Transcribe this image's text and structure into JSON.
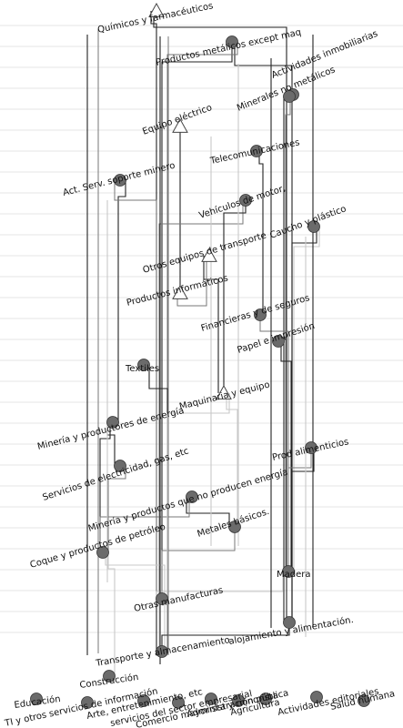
{
  "nodes": [
    {
      "id": "quimicos",
      "label": "Químicos y farmacéuticos",
      "shape": "triangle"
    },
    {
      "id": "metalicos",
      "label": "Productos metálicos except maq",
      "shape": "circle"
    },
    {
      "id": "inmobiliarias",
      "label": "Actividades inmobiliarias",
      "shape": "circle"
    },
    {
      "id": "minerales_nm",
      "label": "Minerales no metálicos",
      "shape": "circle"
    },
    {
      "id": "equipo_electrico",
      "label": "Equipo eléctrico",
      "shape": "triangle"
    },
    {
      "id": "telecom",
      "label": "Telecomunicaciones",
      "shape": "circle"
    },
    {
      "id": "soporte_minero",
      "label": "Act. Serv. soporte minero",
      "shape": "circle"
    },
    {
      "id": "vehiculos",
      "label": "Vehículos de motor,",
      "shape": "circle"
    },
    {
      "id": "caucho",
      "label": "Caucho y plástico",
      "shape": "circle"
    },
    {
      "id": "otros_transporte",
      "label": "Otros equipos de transporte",
      "shape": "triangle"
    },
    {
      "id": "informaticos",
      "label": "Productos informáticos",
      "shape": "triangle"
    },
    {
      "id": "financieras",
      "label": "Financieras y de seguros",
      "shape": "circle"
    },
    {
      "id": "papel",
      "label": "Papel e impresión",
      "shape": "circle"
    },
    {
      "id": "textiles",
      "label": "Textiles",
      "shape": "circle"
    },
    {
      "id": "maquinaria",
      "label": "Maquinaria y equipo",
      "shape": "triangle"
    },
    {
      "id": "mineria_energia",
      "label": "Minería y productores de energía",
      "shape": "circle"
    },
    {
      "id": "prod_alimenticios",
      "label": "Prod alimenticios",
      "shape": "circle"
    },
    {
      "id": "electricidad",
      "label": "Servicios de electricidad, gas, etc",
      "shape": "circle"
    },
    {
      "id": "mineria_no_energia",
      "label": "Minería y  productos que no producen energía",
      "shape": "circle"
    },
    {
      "id": "metales_basicos",
      "label": "Metales básicos.",
      "shape": "circle"
    },
    {
      "id": "coque",
      "label": "Coque y productos de petróleo",
      "shape": "circle"
    },
    {
      "id": "madera",
      "label": "Madera",
      "shape": "circle"
    },
    {
      "id": "otras_manufacturas",
      "label": "Otras manufacturas",
      "shape": "circle"
    },
    {
      "id": "alojamiento",
      "label": "alojamiento y alimentación.",
      "shape": "circle"
    },
    {
      "id": "transporte_almac",
      "label": "Transporte y almacenamiento",
      "shape": "circle"
    },
    {
      "id": "construccion",
      "label": "Construcción",
      "shape": "circle"
    },
    {
      "id": "educacion",
      "label": "Educación",
      "shape": "circle"
    },
    {
      "id": "ti_servicios",
      "label": "TI y otros servicios de información",
      "shape": "circle"
    },
    {
      "id": "arte",
      "label": "Arte, entretenimiento, etc",
      "shape": "circle"
    },
    {
      "id": "servicios_empresarial",
      "label": "servicios del sector empresarial",
      "shape": "circle"
    },
    {
      "id": "comercio",
      "label": "Comercio mayorista y minorista",
      "shape": "circle"
    },
    {
      "id": "administracion",
      "label": "Administración pública",
      "shape": "circle"
    },
    {
      "id": "agricultura",
      "label": "Agricultura",
      "shape": "circle"
    },
    {
      "id": "editoriales",
      "label": "Actividades editoriales",
      "shape": "circle"
    },
    {
      "id": "salud",
      "label": "Salud humana",
      "shape": "circle"
    }
  ],
  "edges": [
    {
      "from": "quimicos",
      "to": "transporte_almac",
      "weight": "dark"
    },
    {
      "from": "quimicos",
      "to": "alojamiento",
      "weight": "dark"
    },
    {
      "from": "metalicos",
      "to": "otras_manufacturas",
      "weight": "dark"
    },
    {
      "from": "metalicos",
      "to": "alojamiento",
      "weight": "dark"
    },
    {
      "from": "metalicos",
      "to": "transporte_almac",
      "weight": "mid"
    },
    {
      "from": "minerales_nm",
      "to": "alojamiento",
      "weight": "dark"
    },
    {
      "from": "inmobiliarias",
      "to": "madera",
      "weight": "mid"
    },
    {
      "from": "equipo_electrico",
      "to": "informaticos",
      "weight": "dark"
    },
    {
      "from": "telecom",
      "to": "financieras",
      "weight": "dark"
    },
    {
      "from": "soporte_minero",
      "to": "mineria_energia",
      "weight": "dark"
    },
    {
      "from": "soporte_minero",
      "to": "otras_manufacturas",
      "weight": "mid"
    },
    {
      "from": "vehiculos",
      "to": "otras_manufacturas",
      "weight": "mid"
    },
    {
      "from": "vehiculos",
      "to": "maquinaria",
      "weight": "dark"
    },
    {
      "from": "caucho",
      "to": "alojamiento",
      "weight": "dark"
    },
    {
      "from": "caucho",
      "to": "madera",
      "weight": "light"
    },
    {
      "from": "otros_transporte",
      "to": "maquinaria",
      "weight": "dark"
    },
    {
      "from": "informaticos",
      "to": "otros_transporte",
      "weight": "mid"
    },
    {
      "from": "financieras",
      "to": "madera",
      "weight": "mid"
    },
    {
      "from": "papel",
      "to": "madera",
      "weight": "dark"
    },
    {
      "from": "textiles",
      "to": "otras_manufacturas",
      "weight": "dark"
    },
    {
      "from": "mineria_energia",
      "to": "electricidad",
      "weight": "dark"
    },
    {
      "from": "mineria_energia",
      "to": "coque",
      "weight": "dark"
    },
    {
      "from": "prod_alimenticios",
      "to": "madera",
      "weight": "mid"
    },
    {
      "from": "prod_alimenticios",
      "to": "alojamiento",
      "weight": "dark"
    },
    {
      "from": "electricidad",
      "to": "coque",
      "weight": "mid"
    },
    {
      "from": "mineria_no_energia",
      "to": "metales_basicos",
      "weight": "dark"
    },
    {
      "from": "mineria_no_energia",
      "to": "coque",
      "weight": "mid"
    },
    {
      "from": "metales_basicos",
      "to": "otras_manufacturas",
      "weight": "mid"
    },
    {
      "from": "coque",
      "to": "transporte_almac",
      "weight": "light"
    },
    {
      "from": "coque",
      "to": "construccion",
      "weight": "light"
    },
    {
      "from": "madera",
      "to": "otras_manufacturas",
      "weight": "light"
    },
    {
      "from": "otras_manufacturas",
      "to": "transporte_almac",
      "weight": "light"
    },
    {
      "from": "alojamiento",
      "to": "transporte_almac",
      "weight": "dark"
    },
    {
      "from": "maquinaria",
      "to": "metales_basicos",
      "weight": "light"
    },
    {
      "from": "maquinaria",
      "to": "otras_manufacturas",
      "weight": "light"
    }
  ]
}
